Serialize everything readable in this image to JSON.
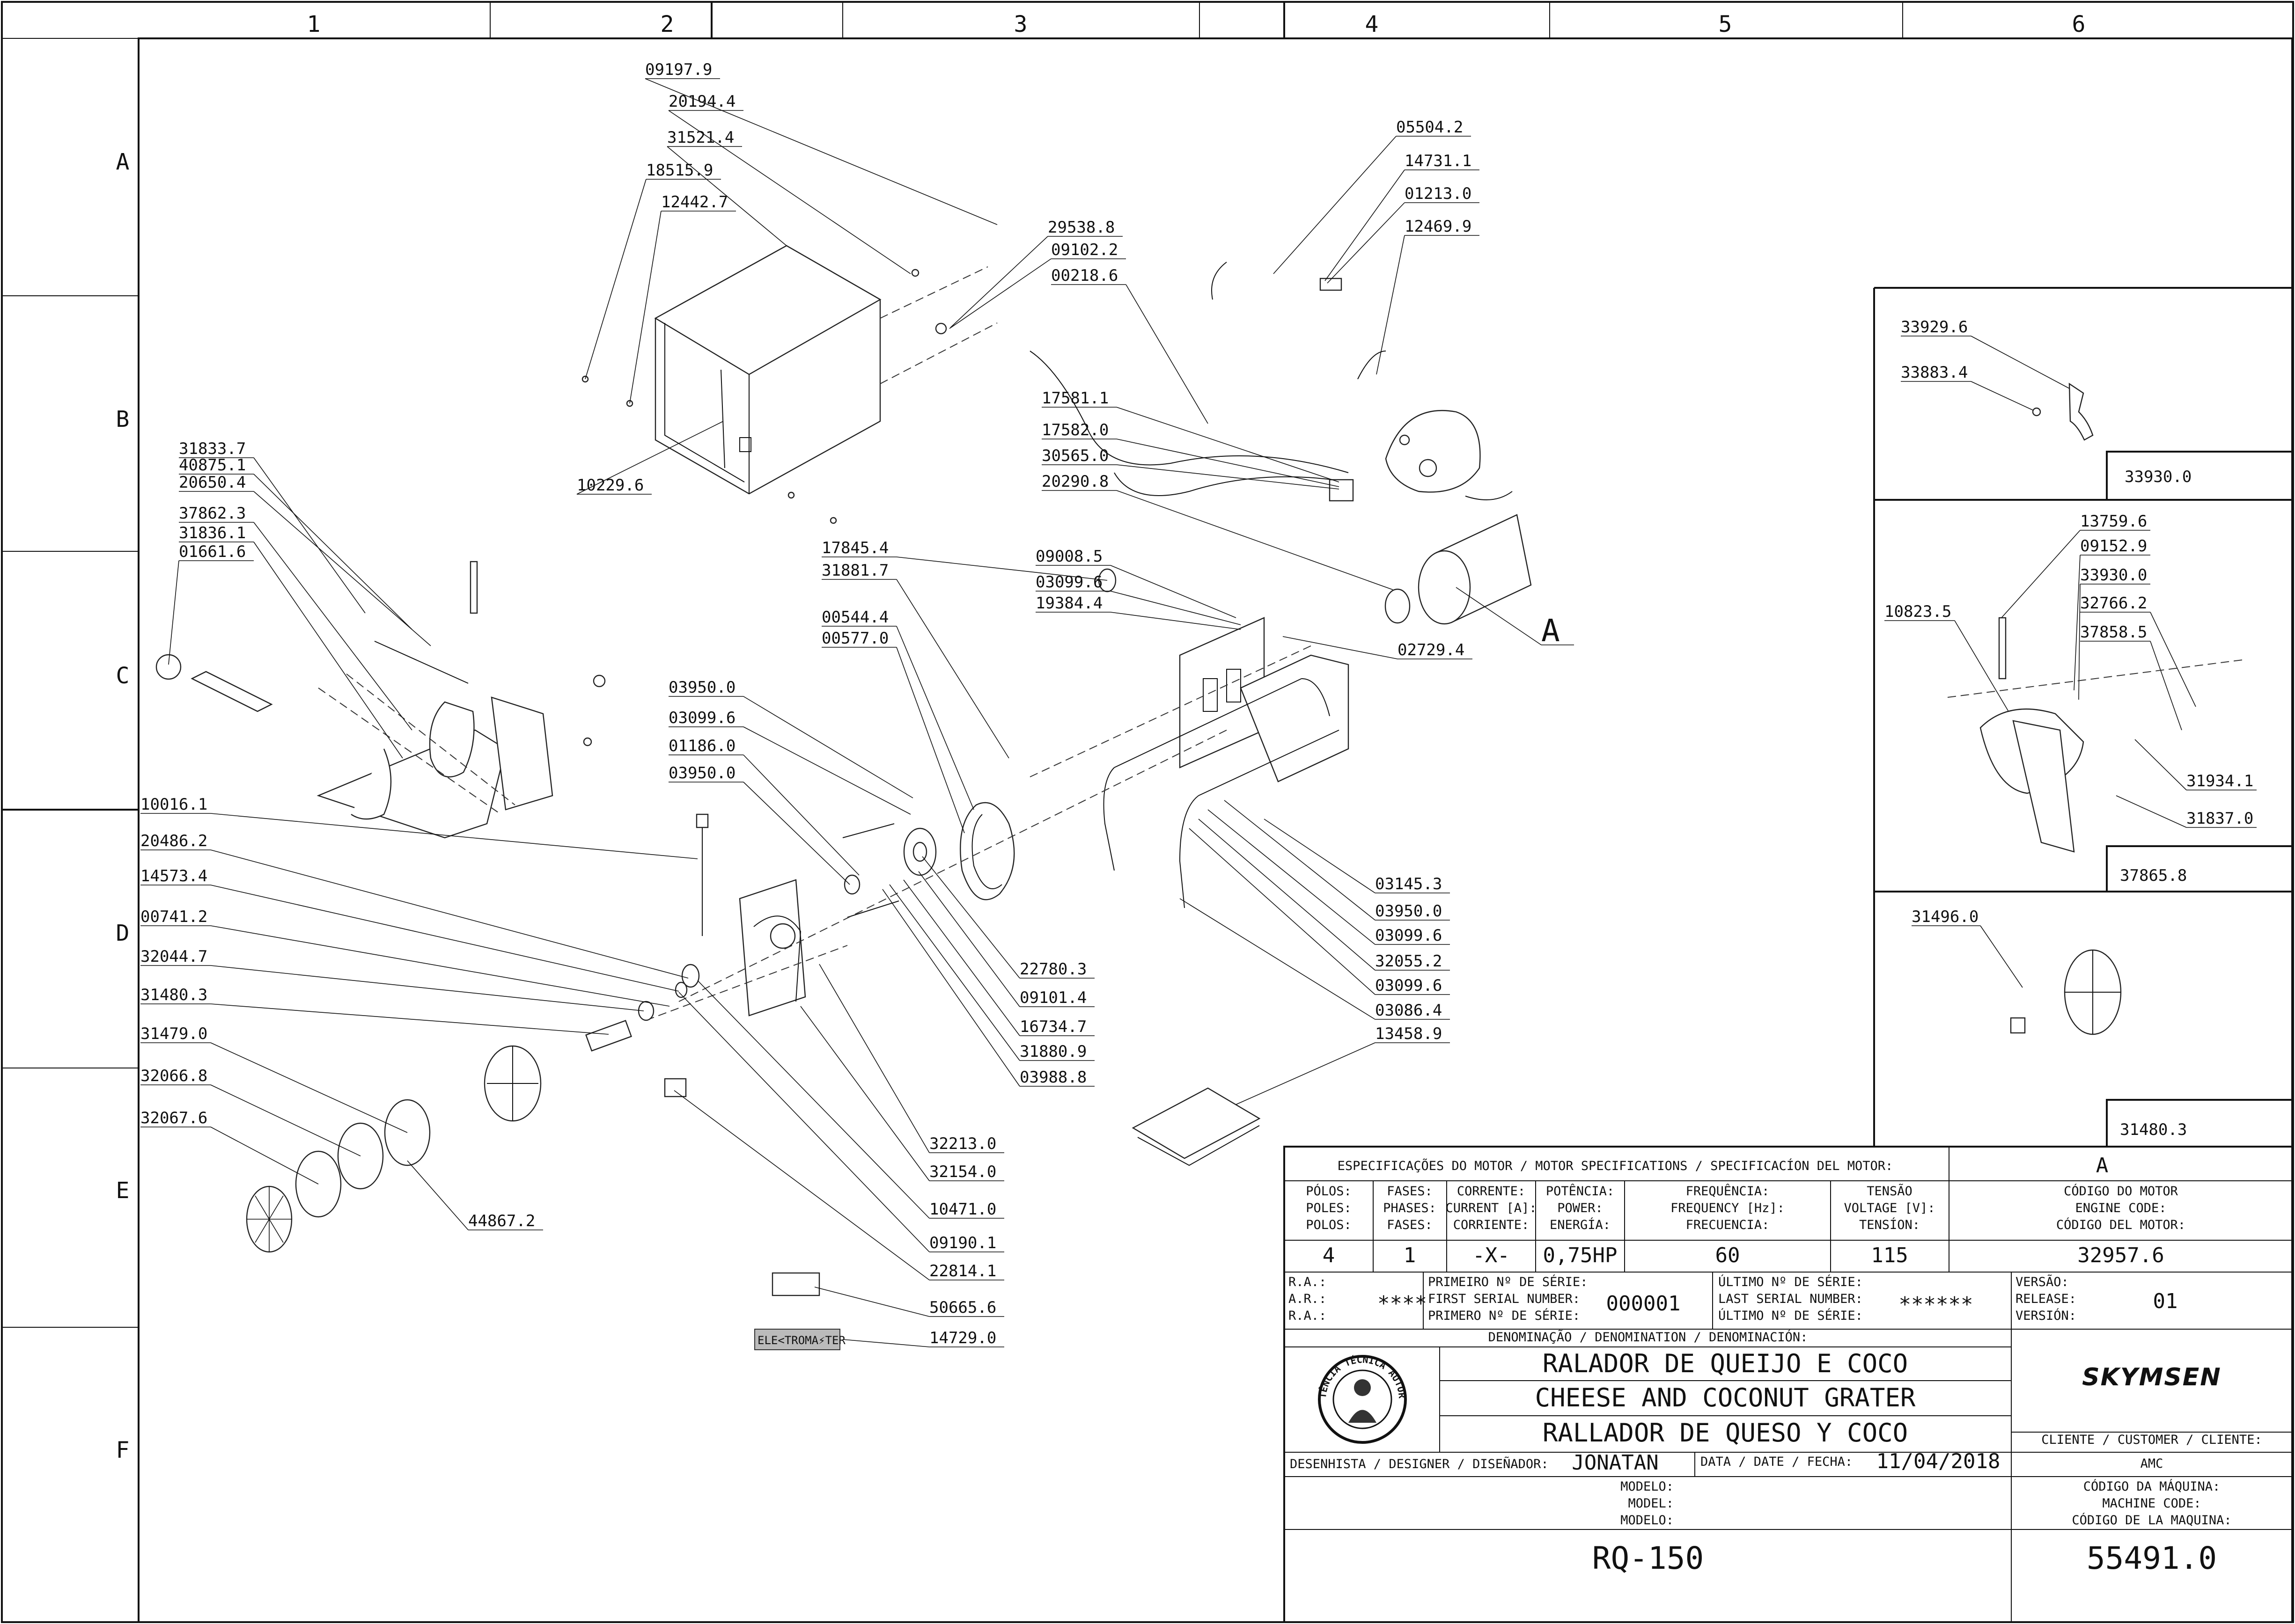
{
  "grid": {
    "columns": [
      "1",
      "2",
      "3",
      "4",
      "5",
      "6"
    ],
    "rows": [
      "A",
      "B",
      "C",
      "D",
      "E",
      "F"
    ]
  },
  "callouts_left": [
    "09197.9",
    "20194.4",
    "31521.4",
    "18515.9",
    "12442.7",
    "10229.6",
    "31833.7",
    "40875.1",
    "20650.4",
    "37862.3",
    "31836.1",
    "01661.6",
    "10016.1",
    "20486.2",
    "14573.4",
    "00741.2",
    "32044.7",
    "31480.3",
    "31479.0",
    "32066.8",
    "32067.6",
    "44867.2"
  ],
  "callouts_center": [
    "29538.8",
    "09102.2",
    "00218.6",
    "05504.2",
    "14731.1",
    "01213.0",
    "12469.9",
    "17581.1",
    "17582.0",
    "30565.0",
    "20290.8",
    "17845.4",
    "31881.7",
    "09008.5",
    "03099.6",
    "19384.4",
    "02729.4",
    "00544.4",
    "00577.0",
    "03950.0",
    "03099.6",
    "01186.0",
    "03950.0",
    "22780.3",
    "09101.4",
    "16734.7",
    "31880.9",
    "03988.8",
    "32213.0",
    "32154.0",
    "10471.0",
    "09190.1",
    "22814.1",
    "50665.6",
    "14729.0",
    "03145.3",
    "03950.0",
    "03099.6",
    "32055.2",
    "03099.6",
    "03086.4",
    "13458.9",
    "A"
  ],
  "inset1": {
    "callouts": [
      "33929.6",
      "33883.4"
    ],
    "code": "33930.0"
  },
  "inset2": {
    "callouts": [
      "13759.6",
      "09152.9",
      "33930.0",
      "32766.2",
      "37858.5",
      "10823.5",
      "31934.1",
      "31837.0"
    ],
    "code": "37865.8"
  },
  "inset3": {
    "callouts": [
      "31496.0"
    ],
    "code": "31480.3"
  },
  "electromaster_tag": "ELE<TROMA⚡TER",
  "motor_specs": {
    "header": "ESPECIFICAÇÕES DO MOTOR / MOTOR SPECIFICATIONS / SPECIFICACÍON DEL MOTOR:",
    "variant": "A",
    "columns": [
      {
        "label": "PÓLOS:\nPOLES:\nPOLOS:",
        "value": "4"
      },
      {
        "label": "FASES:\nPHASES:\nFASES:",
        "value": "1"
      },
      {
        "label": "CORRENTE:\nCURRENT [A]:\nCORRIENTE:",
        "value": "-X-"
      },
      {
        "label": "POTÊNCIA:\nPOWER:\nENERGÍA:",
        "value": "0,75HP"
      },
      {
        "label": "FREQUÊNCIA:\nFREQUENCY [Hz]:\nFRECUENCIA:",
        "value": "60"
      },
      {
        "label": "TENSÃO\nVOLTAGE [V]:\nTENSÍON:",
        "value": "115"
      },
      {
        "label": "CÓDIGO DO MOTOR\nENGINE CODE:\nCÓDIGO DEL MOTOR:",
        "value": "32957.6"
      }
    ]
  },
  "serial": {
    "ra_label": "R.A.:\nA.R.:\nR.A.:",
    "ra_value": "****",
    "first_label": "PRIMEIRO Nº DE SÉRIE:\nFIRST SERIAL NUMBER:\nPRIMERO Nº DE SÉRIE:",
    "first_value": "000001",
    "last_label": "ÚLTIMO Nº DE SÉRIE:\nLAST SERIAL NUMBER:\nÚLTIMO Nº DE SÉRIE:",
    "last_value": "******",
    "version_label": "VERSÃO:\nRELEASE:\nVERSIÓN:",
    "version_value": "01"
  },
  "denomination": {
    "header": "DENOMINAÇÃO / DENOMINATION / DENOMINACIÓN:",
    "lines": [
      "RALADOR DE QUEIJO E COCO",
      "CHEESE AND COCONUT GRATER",
      "RALLADOR DE QUESO Y COCO"
    ]
  },
  "seal": {
    "text": "ASSISTÊNCIA TÉCNICA AUTORIZADA"
  },
  "brand": "SKYMSEN",
  "client": {
    "label": "CLIENTE / CUSTOMER / CLIENTE:",
    "value": "AMC"
  },
  "designer": {
    "label": "DESENHISTA / DESIGNER / DISEÑADOR:",
    "value": "JONATAN"
  },
  "date": {
    "label": "DATA / DATE / FECHA:",
    "value": "11/04/2018"
  },
  "model": {
    "label": "MODELO:\nMODEL:\nMODELO:",
    "value": "RQ-150"
  },
  "machine_code": {
    "label": "CÓDIGO DA MÁQUINA:\nMACHINE CODE:\nCÓDIGO DE LA MAQUINA:",
    "value": "55491.0"
  }
}
